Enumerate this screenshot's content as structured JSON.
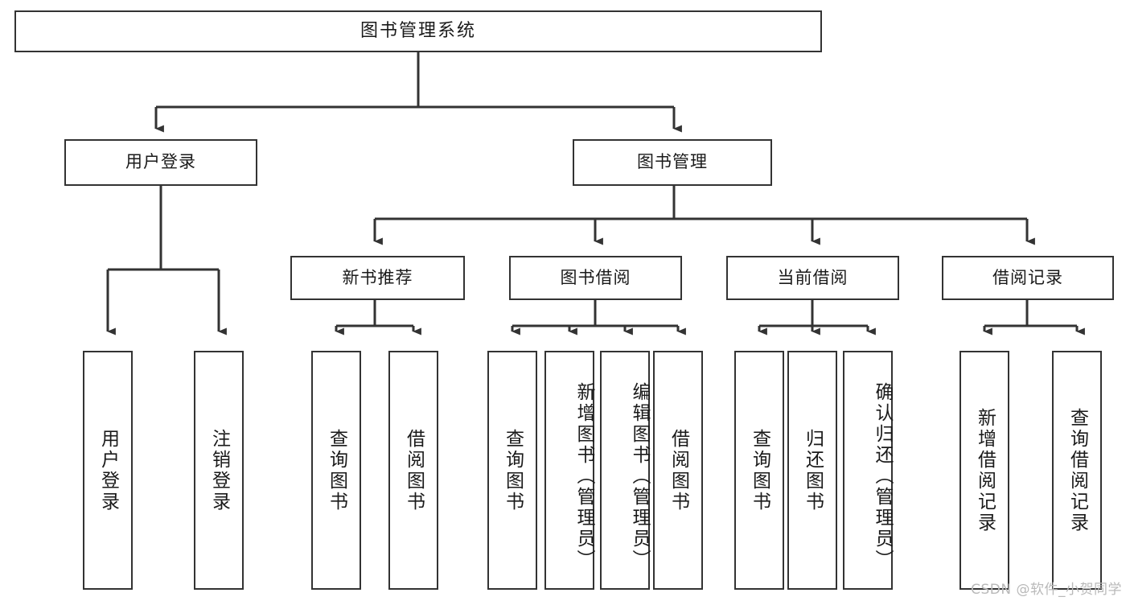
{
  "diagram": {
    "title": "图书管理系统",
    "type": "tree",
    "watermark": "CSDN @软件_小贺同学"
  },
  "root": {
    "label": "图书管理系统"
  },
  "level2": [
    {
      "label": "用户登录"
    },
    {
      "label": "图书管理"
    }
  ],
  "level3": [
    {
      "label": "新书推荐"
    },
    {
      "label": "图书借阅"
    },
    {
      "label": "当前借阅"
    },
    {
      "label": "借阅记录"
    }
  ],
  "leaves": {
    "user_login": [
      {
        "label": "用户登录"
      },
      {
        "label": "注销登录"
      }
    ],
    "new_book": [
      {
        "label": "查询图书"
      },
      {
        "label": "借阅图书"
      }
    ],
    "book_borrow": [
      {
        "label": "查询图书"
      },
      {
        "label": "新增图书（管理员）"
      },
      {
        "label": "编辑图书（管理员）"
      },
      {
        "label": "借阅图书"
      }
    ],
    "current_borrow": [
      {
        "label": "查询图书"
      },
      {
        "label": "归还图书"
      },
      {
        "label": "确认归还（管理员）"
      }
    ],
    "borrow_record": [
      {
        "label": "新增借阅记录"
      },
      {
        "label": "查询借阅记录"
      }
    ]
  },
  "colors": {
    "box_border": "#333333",
    "box_fill": "#ffffff",
    "connector": "#333333",
    "text": "#1a1a1a",
    "watermark": "#b9b9b9"
  }
}
